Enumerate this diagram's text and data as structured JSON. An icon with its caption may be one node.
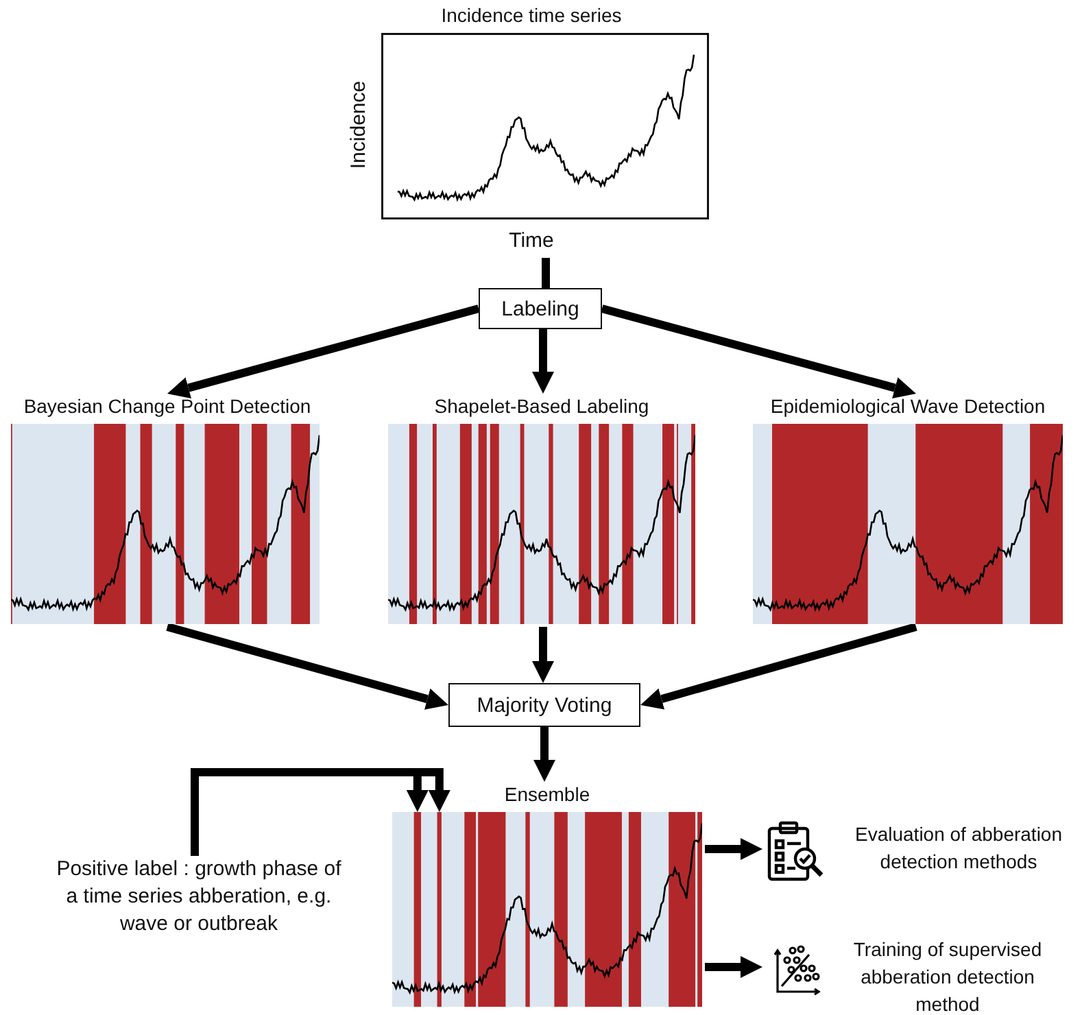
{
  "diagram": {
    "nodes": [
      {
        "text": [
          "Incidence time series"
        ],
        "beside": [
          "Incidence",
          "Time"
        ]
      },
      {
        "text": [
          "Labeling"
        ]
      },
      {
        "text": [
          "Bayesian Change Point Detection"
        ]
      },
      {
        "text": [
          "Shapelet-Based Labeling"
        ]
      },
      {
        "text": [
          "Epidemiological Wave Detection"
        ]
      },
      {
        "text": [
          "Majority Voting"
        ]
      },
      {
        "text": [
          "Ensemble"
        ]
      },
      {
        "text": [
          "Positive label :  growth phase of a time series abberation, e.g. wave or outbreak"
        ]
      },
      {
        "text": [
          "Evaluation of abberation detection methods"
        ]
      },
      {
        "text": [
          "Training of supervised abberation detection method"
        ]
      },
      {
        "text": [],
        "shape": "bar",
        "in": 6
      },
      {
        "text": [],
        "shape": "bar",
        "in": 6
      }
    ],
    "edges": [
      {
        "from": 0,
        "to": 1,
        "arrow": "none"
      },
      {
        "from": 1,
        "to": 2,
        "arrow": "to"
      },
      {
        "from": 1,
        "to": 3,
        "arrow": "to"
      },
      {
        "from": 1,
        "to": 4,
        "arrow": "to"
      },
      {
        "from": 2,
        "to": 5,
        "arrow": "to"
      },
      {
        "from": 3,
        "to": 5,
        "arrow": "to"
      },
      {
        "from": 4,
        "to": 5,
        "arrow": "to"
      },
      {
        "from": 5,
        "to": 6,
        "arrow": "to"
      },
      {
        "from": 7,
        "to": 10,
        "arrow": "to"
      },
      {
        "from": 7,
        "to": 11,
        "arrow": "to"
      },
      {
        "from": 6,
        "to": 8,
        "arrow": "to"
      },
      {
        "from": 6,
        "to": 9,
        "arrow": "to"
      }
    ]
  }
}
